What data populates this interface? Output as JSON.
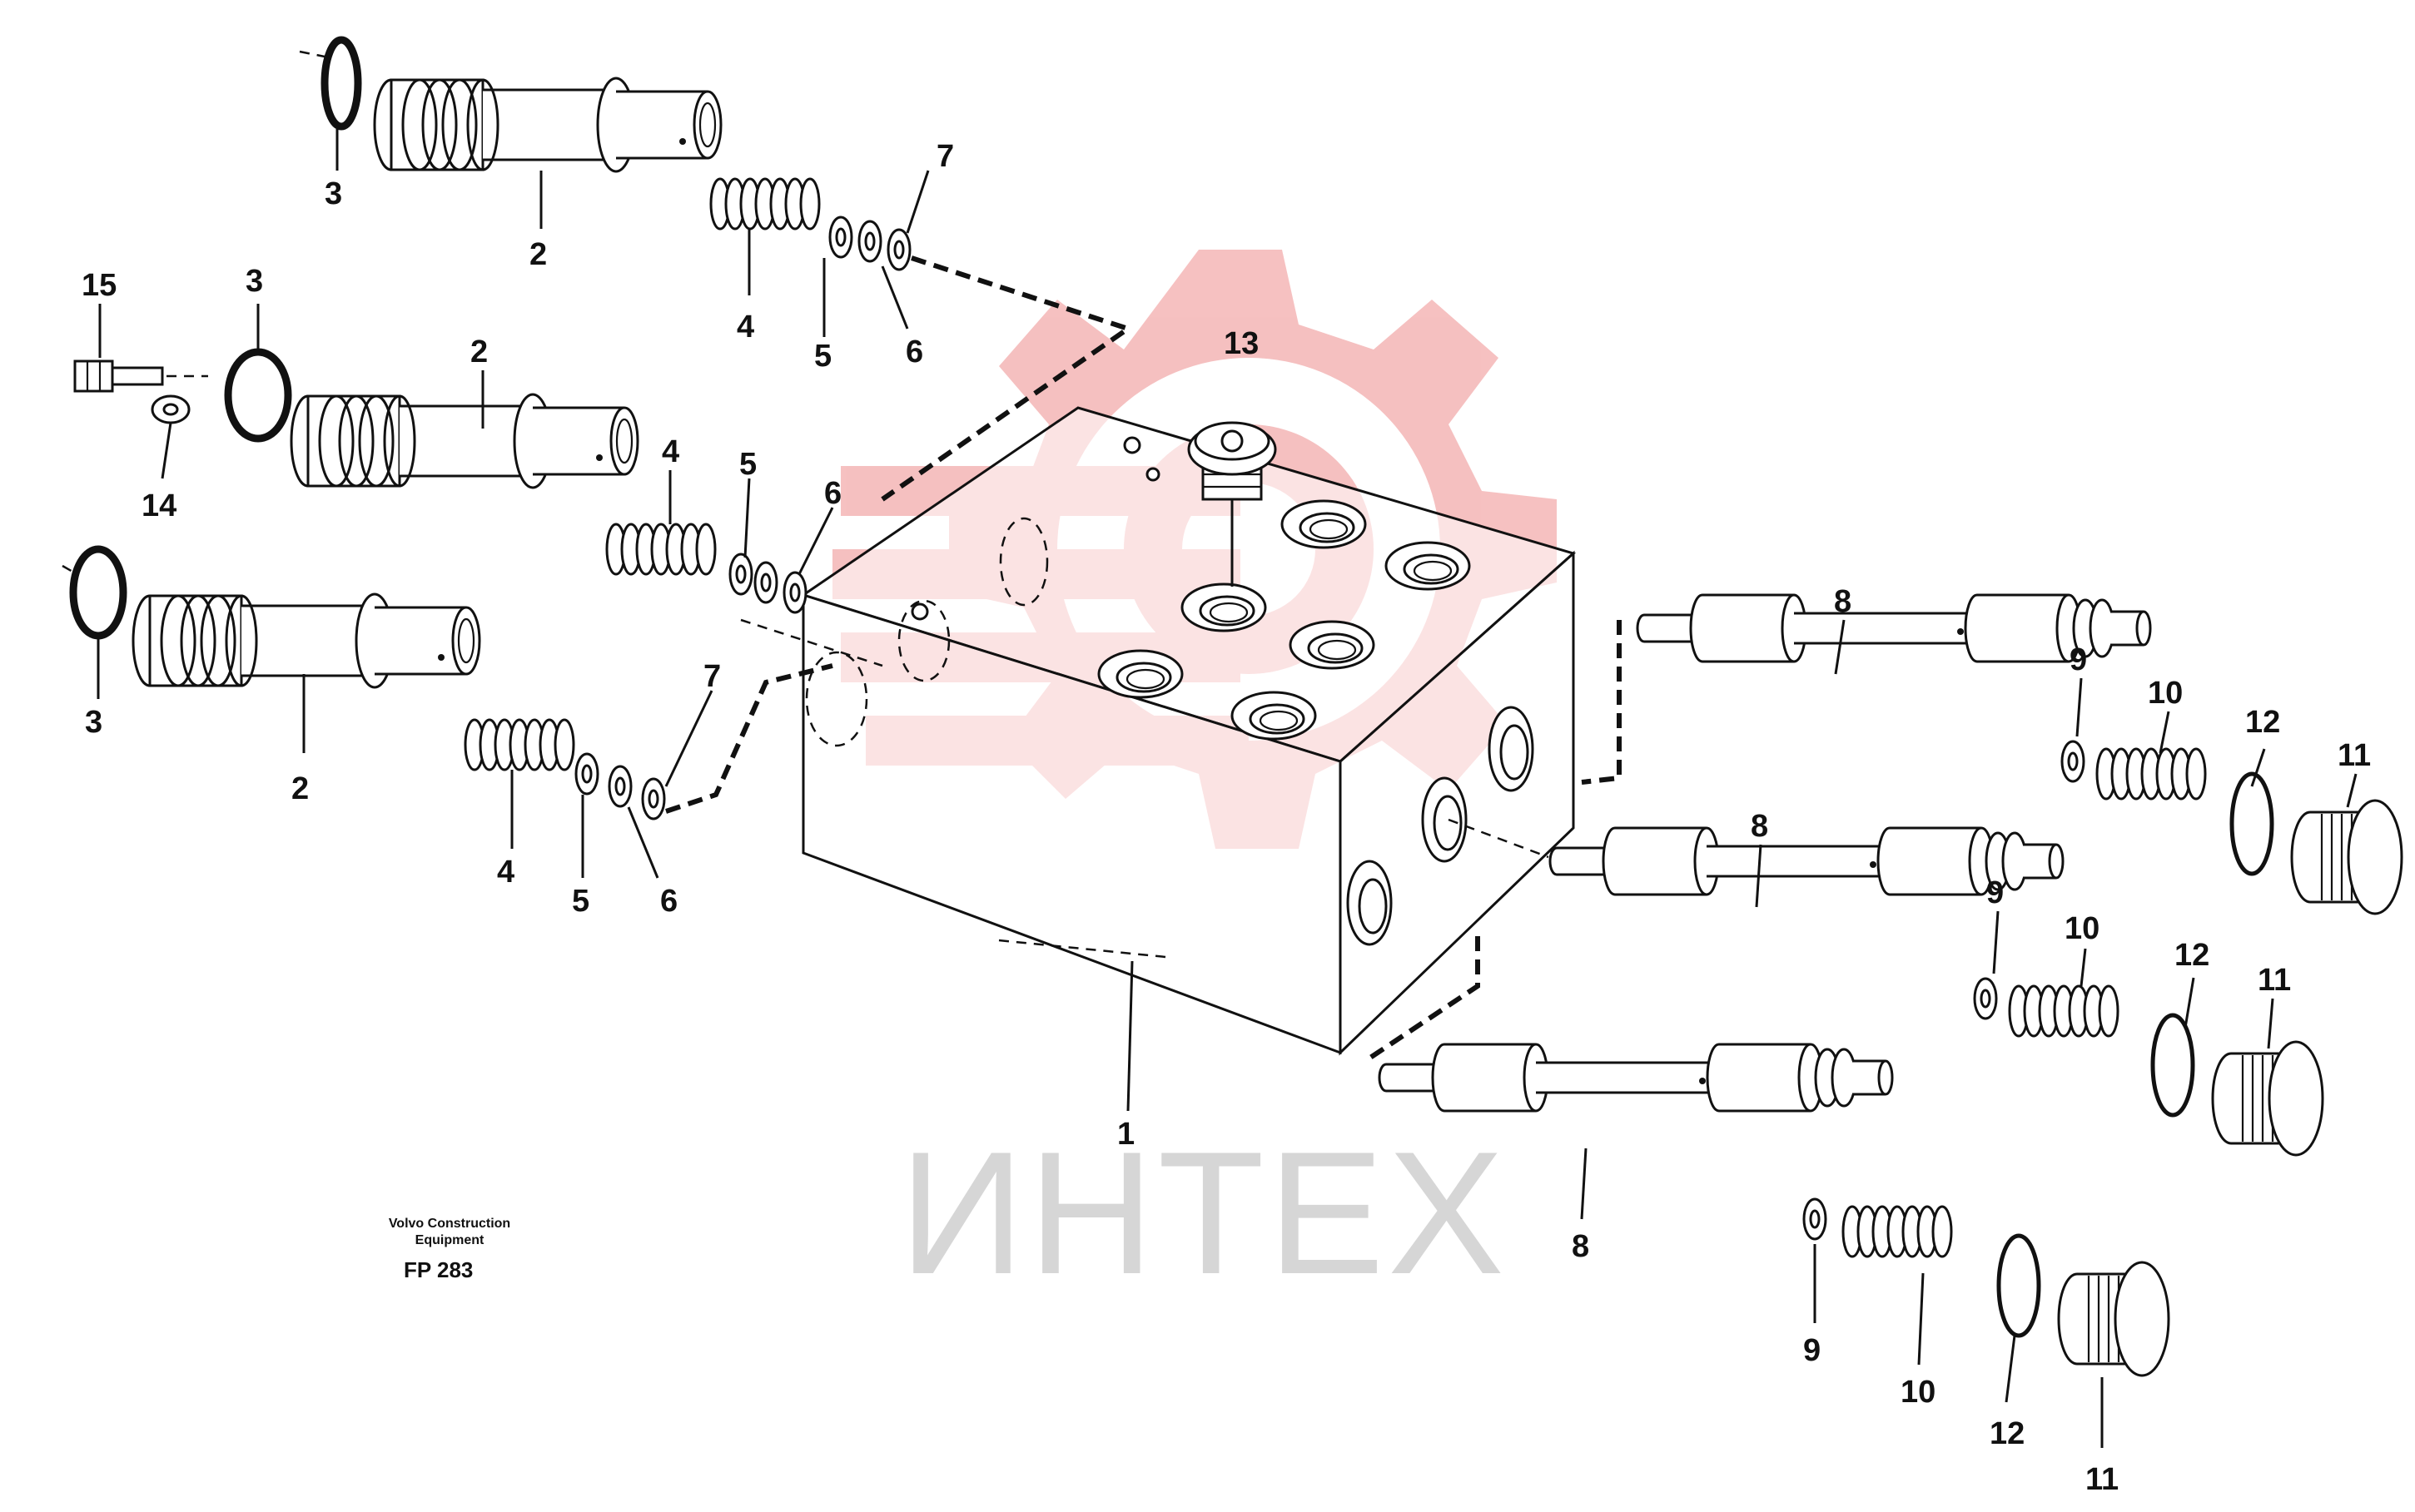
{
  "watermark": {
    "text": "ИНТЕХ",
    "color": "#f4b6b6"
  },
  "caption": {
    "line1": "Volvo Construction",
    "line2": "Equipment",
    "code": "FP 283"
  },
  "labels": {
    "l1": "1",
    "l2": "2",
    "l3": "3",
    "l4": "4",
    "l5": "5",
    "l6": "6",
    "l7": "7",
    "l8": "8",
    "l9": "9",
    "l10": "10",
    "l11": "11",
    "l12": "12",
    "l13": "13",
    "l14": "14",
    "l15": "15"
  }
}
